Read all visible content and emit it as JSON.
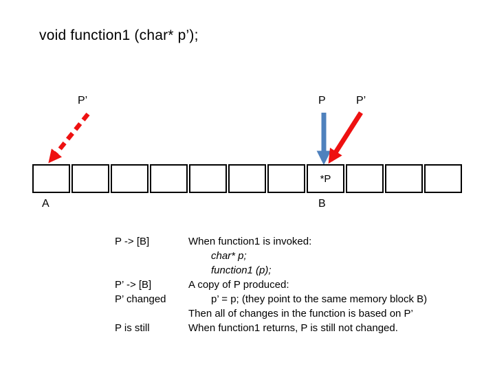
{
  "slide": {
    "title": "void function1 (char* p’);",
    "diagram": {
      "labels": {
        "p_prime_left": "P’",
        "p": "P",
        "p_prime_right": "P’",
        "cell_content": "*P",
        "a": "A",
        "b": "B"
      },
      "memory_cells": {
        "count": 11,
        "pointed_index": 7
      },
      "colors": {
        "red_arrow": "#ee1111",
        "blue_arrow": "#4f81bd",
        "cell_border": "#000000"
      }
    },
    "explanation": {
      "rows": [
        {
          "label": "P -> [B]",
          "text": "When function1 is invoked:",
          "italic": false,
          "indent": false
        },
        {
          "label": "",
          "text": "char* p;",
          "italic": true,
          "indent": true
        },
        {
          "label": "",
          "text": "function1 (p);",
          "italic": true,
          "indent": true
        },
        {
          "label": "P’ -> [B]",
          "text": "A copy of P produced:",
          "italic": false,
          "indent": false
        },
        {
          "label": "P’ changed",
          "text": "p’ = p; (they point to the same memory block B)",
          "italic": false,
          "indent": true
        },
        {
          "label": "",
          "text": "Then all of changes in the function is based on P’",
          "italic": false,
          "indent": false
        },
        {
          "label": "P is still",
          "text": "When function1 returns, P is still not changed.",
          "italic": false,
          "indent": false
        }
      ]
    }
  }
}
